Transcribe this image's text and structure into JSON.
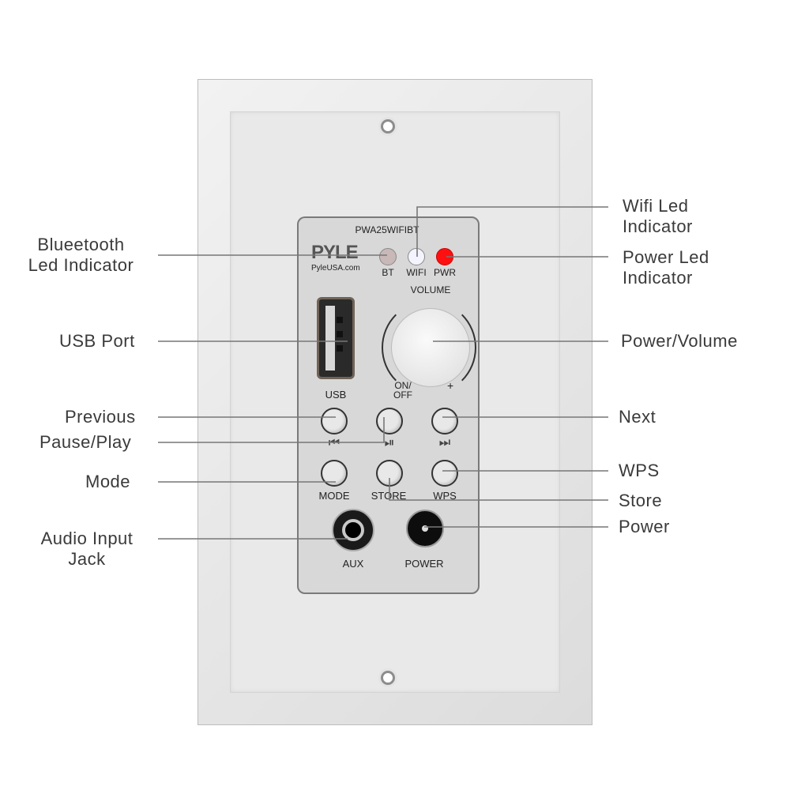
{
  "device": {
    "model": "PWA25WIFIBT",
    "brand": "PYLE",
    "website": "PyleUSA.com",
    "panel_labels": {
      "bt": "BT",
      "wifi": "WIFI",
      "pwr": "PWR",
      "volume": "VOLUME",
      "usb": "USB",
      "on_off": "ON/\nOFF",
      "plus": "+",
      "prev_symbol": "⏮",
      "play_symbol": "⏯",
      "next_symbol": "⏭",
      "mode": "MODE",
      "store": "STORE",
      "wps": "WPS",
      "aux": "AUX",
      "power": "POWER"
    },
    "led_colors": {
      "bt": "#c9b8b8",
      "wifi": "#f4f4ff",
      "pwr": "#ff1010"
    }
  },
  "callouts": {
    "left": {
      "bluetooth": "Blueetooth\nLed Indicator",
      "usb": "USB Port",
      "previous": "Previous",
      "pause_play": "Pause/Play",
      "mode": "Mode",
      "audio_input": "Audio Input\nJack"
    },
    "right": {
      "wifi": "Wifi Led\nIndicator",
      "power_led": "Power Led\nIndicator",
      "power_volume": "Power/Volume",
      "next": "Next",
      "wps": "WPS",
      "store": "Store",
      "power": "Power"
    }
  }
}
